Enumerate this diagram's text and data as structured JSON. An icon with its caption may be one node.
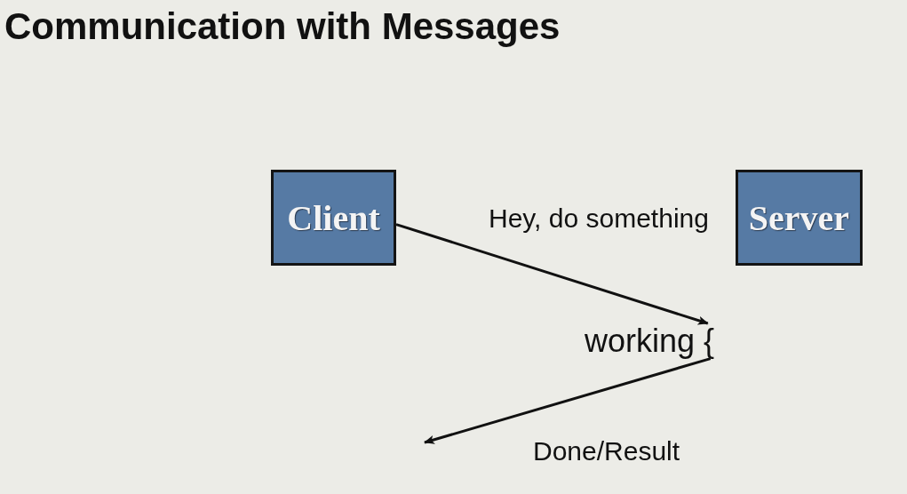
{
  "diagram": {
    "title": "Communication with Messages",
    "nodes": [
      {
        "text": [
          "Client"
        ]
      },
      {
        "text": [
          "Server"
        ]
      },
      {
        "text": [
          "working {"
        ]
      }
    ],
    "edges": [
      {
        "from": 0,
        "to": 2,
        "arrow": "to",
        "label": "Hey, do something"
      },
      {
        "from": 2,
        "to": null,
        "arrow": "to",
        "label": "Done/Result"
      }
    ]
  }
}
